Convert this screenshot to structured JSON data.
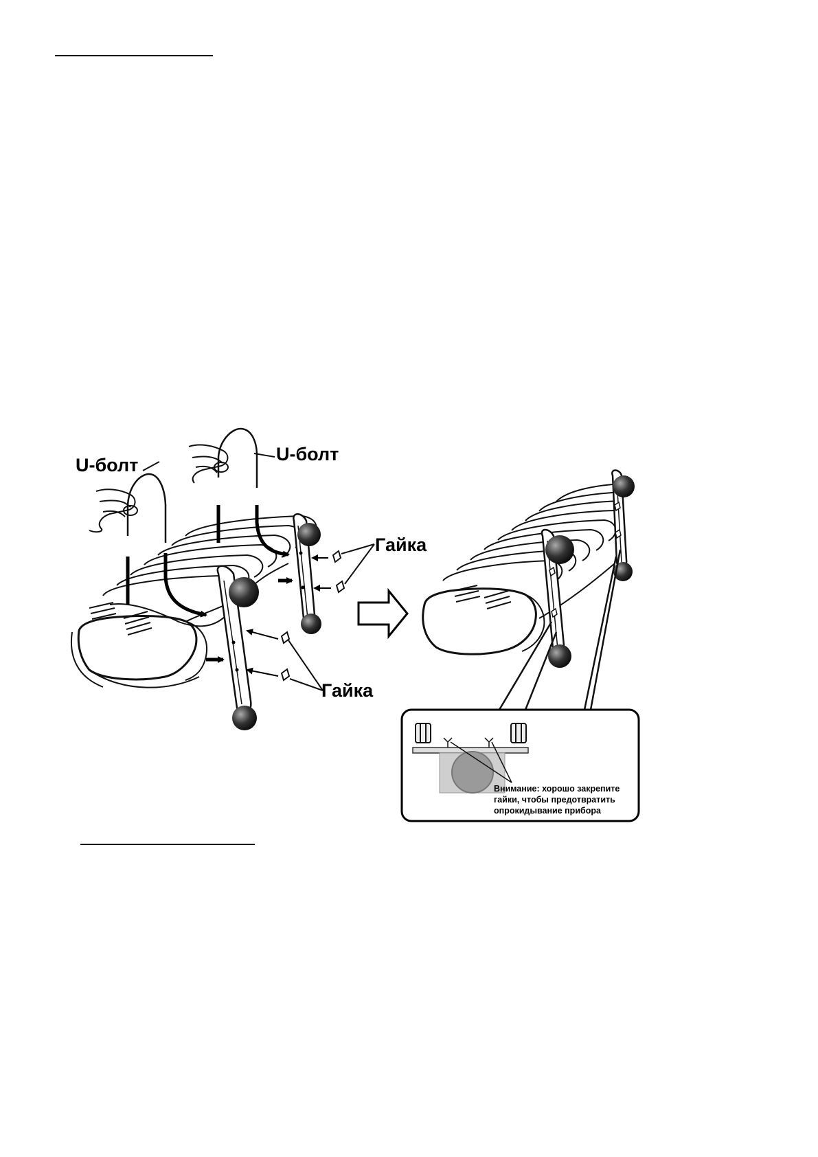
{
  "labels": {
    "u_bolt_left": "U-болт",
    "u_bolt_right": "U-болт",
    "nut_upper": "Гайка",
    "nut_lower": "Гайка"
  },
  "detail_note": [
    "Внимание: хорошо закрепите",
    "гайки, чтобы предотвратить",
    "опрокидывание прибора"
  ]
}
